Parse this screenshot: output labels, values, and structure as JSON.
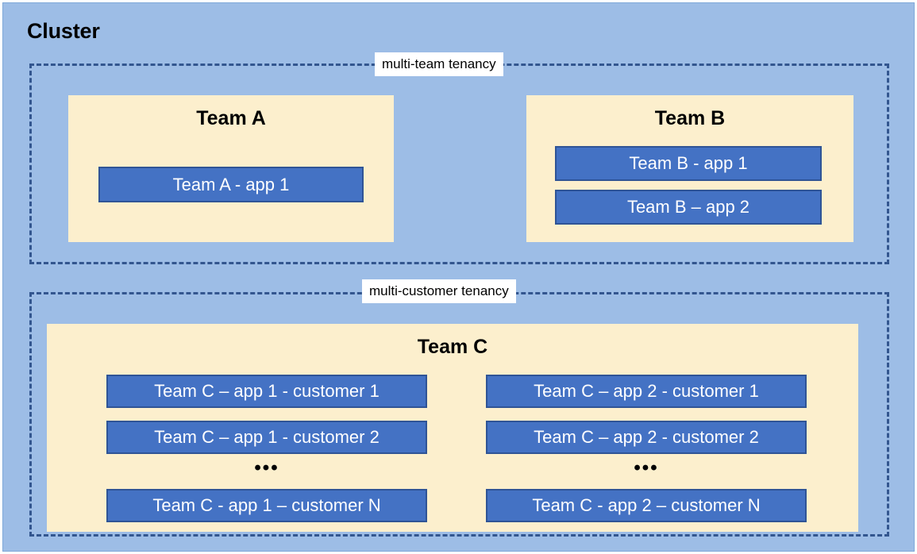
{
  "cluster": {
    "title": "Cluster",
    "background_color": "#9DBDE6"
  },
  "tenancies": [
    {
      "id": "multi-team",
      "label": "multi-team tenancy"
    },
    {
      "id": "multi-customer",
      "label": "multi-customer tenancy"
    }
  ],
  "teams": {
    "team_a": {
      "title": "Team A",
      "apps": [
        "Team A - app 1"
      ]
    },
    "team_b": {
      "title": "Team B",
      "apps": [
        "Team B - app 1",
        "Team B – app 2"
      ]
    },
    "team_c": {
      "title": "Team C",
      "columns": [
        {
          "apps": [
            "Team C – app 1 - customer 1",
            "Team C – app 1 - customer 2",
            "Team C - app 1 – customer N"
          ],
          "ellipsis": "•••"
        },
        {
          "apps": [
            "Team C – app 2 - customer 1",
            "Team C – app 2 - customer 2",
            "Team C - app 2 – customer N"
          ],
          "ellipsis": "•••"
        }
      ]
    }
  },
  "colors": {
    "cluster_bg": "#9DBDE6",
    "team_bg": "#FCEFCD",
    "app_bg": "#4472C4",
    "app_border": "#2F5496",
    "dashed_border": "#33568F",
    "label_bg": "#FFFFFF"
  }
}
